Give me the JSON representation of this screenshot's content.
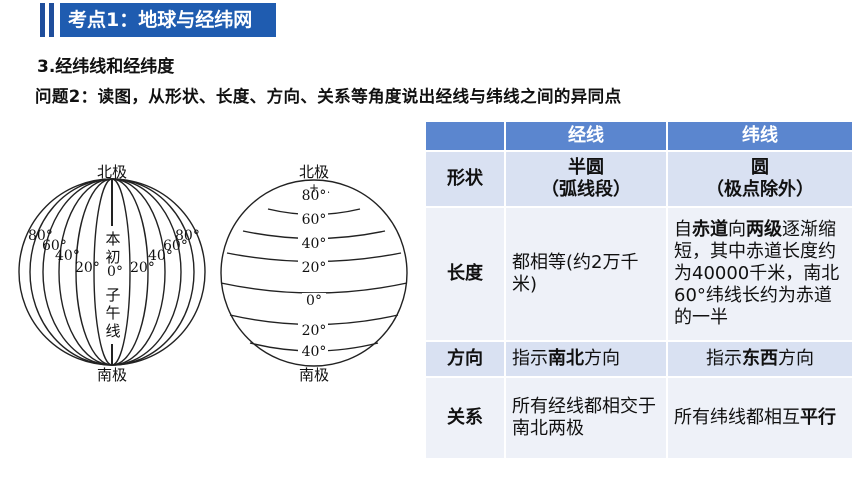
{
  "header": {
    "title": "考点1：地球与经纬网"
  },
  "section": {
    "subtitle": "3.经纬线和经纬度",
    "question": "问题2：读图，从形状、长度、方向、关系等角度说出经线与纬线之间的异同点"
  },
  "diagram_left": {
    "north": "北极",
    "south": "南极",
    "prime_meridian": [
      "本",
      "初",
      "子",
      "午",
      "线"
    ],
    "zero": "0°",
    "lon_left": [
      "80°",
      "60°",
      "40°",
      "20°"
    ],
    "lon_right": [
      "20°",
      "40°",
      "60°",
      "80°"
    ]
  },
  "diagram_right": {
    "north": "北极",
    "south": "南极",
    "lat": [
      "80°",
      "60°",
      "40°",
      "20°",
      "0°",
      "20°",
      "40°"
    ],
    "plus": "+"
  },
  "table": {
    "headers": [
      "",
      "经线",
      "纬线"
    ],
    "shape": {
      "label": "形状",
      "meridian_1": "半圆",
      "meridian_2": "（弧线段）",
      "parallel_1": "圆",
      "parallel_2": "（极点除外）"
    },
    "length": {
      "label": "长度",
      "meridian": "都相等(约2万千米)",
      "parallel_a": "自",
      "parallel_b": "赤道",
      "parallel_c": "向",
      "parallel_d": "两级",
      "parallel_e": "逐渐缩短，其中赤道长度约为40000千米，南北60°纬线长约为赤道的一半"
    },
    "direction": {
      "label": "方向",
      "m_a": "指示",
      "m_b": "南北",
      "m_c": "方向",
      "p_a": "指示",
      "p_b": "东西",
      "p_c": "方向"
    },
    "relation": {
      "label": "关系",
      "meridian": "所有经线都相交于南北两极",
      "parallel_a": "所有纬线都相互",
      "parallel_b": "平行"
    }
  }
}
